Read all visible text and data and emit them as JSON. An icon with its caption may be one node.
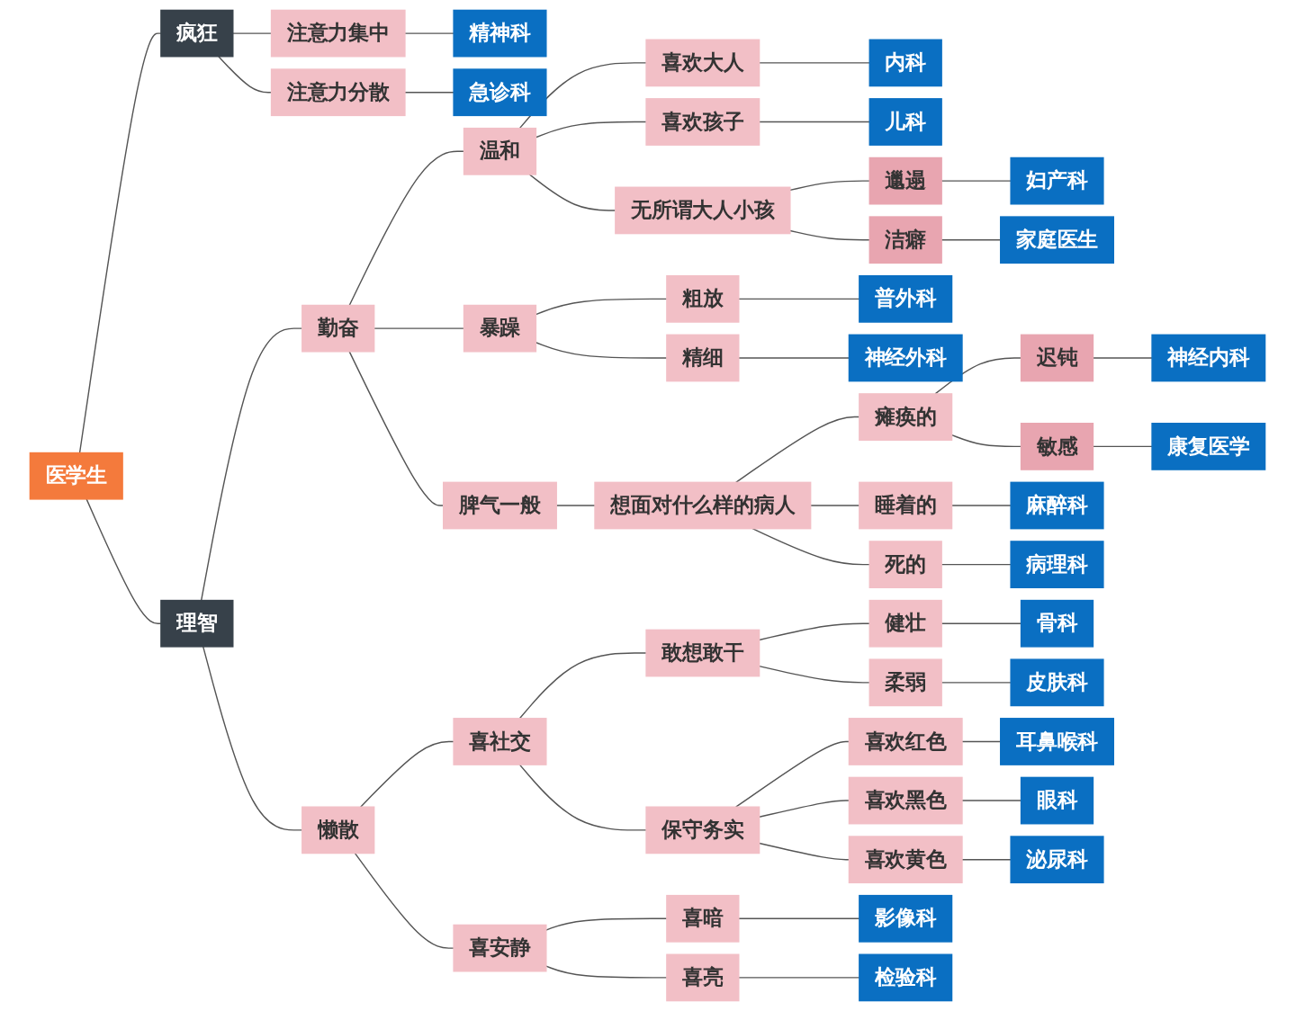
{
  "diagram": {
    "nodes": [
      {
        "text": [
          "医学生"
        ]
      },
      {
        "text": [
          "疯狂"
        ]
      },
      {
        "text": [
          "注意力集中"
        ]
      },
      {
        "text": [
          "精神科"
        ]
      },
      {
        "text": [
          "注意力分散"
        ]
      },
      {
        "text": [
          "急诊科"
        ]
      },
      {
        "text": [
          "理智"
        ]
      },
      {
        "text": [
          "勤奋"
        ]
      },
      {
        "text": [
          "温和"
        ]
      },
      {
        "text": [
          "喜欢大人"
        ]
      },
      {
        "text": [
          "内科"
        ]
      },
      {
        "text": [
          "喜欢孩子"
        ]
      },
      {
        "text": [
          "儿科"
        ]
      },
      {
        "text": [
          "无所谓大人小孩"
        ]
      },
      {
        "text": [
          "邋遢"
        ]
      },
      {
        "text": [
          "妇产科"
        ]
      },
      {
        "text": [
          "洁癖"
        ]
      },
      {
        "text": [
          "家庭医生"
        ]
      },
      {
        "text": [
          "暴躁"
        ]
      },
      {
        "text": [
          "粗放"
        ]
      },
      {
        "text": [
          "普外科"
        ]
      },
      {
        "text": [
          "精细"
        ]
      },
      {
        "text": [
          "神经外科"
        ]
      },
      {
        "text": [
          "脾气一般"
        ]
      },
      {
        "text": [
          "想面对什么样的病人"
        ]
      },
      {
        "text": [
          "瘫痪的"
        ]
      },
      {
        "text": [
          "迟钝"
        ]
      },
      {
        "text": [
          "神经内科"
        ]
      },
      {
        "text": [
          "敏感"
        ]
      },
      {
        "text": [
          "康复医学"
        ]
      },
      {
        "text": [
          "睡着的"
        ]
      },
      {
        "text": [
          "麻醉科"
        ]
      },
      {
        "text": [
          "死的"
        ]
      },
      {
        "text": [
          "病理科"
        ]
      },
      {
        "text": [
          "懒散"
        ]
      },
      {
        "text": [
          "喜社交"
        ]
      },
      {
        "text": [
          "敢想敢干"
        ]
      },
      {
        "text": [
          "健壮"
        ]
      },
      {
        "text": [
          "骨科"
        ]
      },
      {
        "text": [
          "柔弱"
        ]
      },
      {
        "text": [
          "皮肤科"
        ]
      },
      {
        "text": [
          "保守务实"
        ]
      },
      {
        "text": [
          "喜欢红色"
        ]
      },
      {
        "text": [
          "耳鼻喉科"
        ]
      },
      {
        "text": [
          "喜欢黑色"
        ]
      },
      {
        "text": [
          "眼科"
        ]
      },
      {
        "text": [
          "喜欢黄色"
        ]
      },
      {
        "text": [
          "泌尿科"
        ]
      },
      {
        "text": [
          "喜安静"
        ]
      },
      {
        "text": [
          "喜暗"
        ]
      },
      {
        "text": [
          "影像科"
        ]
      },
      {
        "text": [
          "喜亮"
        ]
      },
      {
        "text": [
          "检验科"
        ]
      }
    ],
    "edges": [
      {
        "from": 0,
        "to": 1,
        "arrow": "none"
      },
      {
        "from": 1,
        "to": 2,
        "arrow": "none"
      },
      {
        "from": 2,
        "to": 3,
        "arrow": "none"
      },
      {
        "from": 1,
        "to": 4,
        "arrow": "none"
      },
      {
        "from": 4,
        "to": 5,
        "arrow": "none"
      },
      {
        "from": 0,
        "to": 6,
        "arrow": "none"
      },
      {
        "from": 6,
        "to": 7,
        "arrow": "none"
      },
      {
        "from": 7,
        "to": 8,
        "arrow": "none"
      },
      {
        "from": 8,
        "to": 9,
        "arrow": "none"
      },
      {
        "from": 9,
        "to": 10,
        "arrow": "none"
      },
      {
        "from": 8,
        "to": 11,
        "arrow": "none"
      },
      {
        "from": 11,
        "to": 12,
        "arrow": "none"
      },
      {
        "from": 8,
        "to": 13,
        "arrow": "none"
      },
      {
        "from": 13,
        "to": 14,
        "arrow": "none"
      },
      {
        "from": 14,
        "to": 15,
        "arrow": "none"
      },
      {
        "from": 13,
        "to": 16,
        "arrow": "none"
      },
      {
        "from": 16,
        "to": 17,
        "arrow": "none"
      },
      {
        "from": 7,
        "to": 18,
        "arrow": "none"
      },
      {
        "from": 18,
        "to": 19,
        "arrow": "none"
      },
      {
        "from": 19,
        "to": 20,
        "arrow": "none"
      },
      {
        "from": 18,
        "to": 21,
        "arrow": "none"
      },
      {
        "from": 21,
        "to": 22,
        "arrow": "none"
      },
      {
        "from": 7,
        "to": 23,
        "arrow": "none"
      },
      {
        "from": 23,
        "to": 24,
        "arrow": "none"
      },
      {
        "from": 24,
        "to": 25,
        "arrow": "none"
      },
      {
        "from": 25,
        "to": 26,
        "arrow": "none"
      },
      {
        "from": 26,
        "to": 27,
        "arrow": "none"
      },
      {
        "from": 25,
        "to": 28,
        "arrow": "none"
      },
      {
        "from": 28,
        "to": 29,
        "arrow": "none"
      },
      {
        "from": 24,
        "to": 30,
        "arrow": "none"
      },
      {
        "from": 30,
        "to": 31,
        "arrow": "none"
      },
      {
        "from": 24,
        "to": 32,
        "arrow": "none"
      },
      {
        "from": 32,
        "to": 33,
        "arrow": "none"
      },
      {
        "from": 6,
        "to": 34,
        "arrow": "none"
      },
      {
        "from": 34,
        "to": 35,
        "arrow": "none"
      },
      {
        "from": 35,
        "to": 36,
        "arrow": "none"
      },
      {
        "from": 36,
        "to": 37,
        "arrow": "none"
      },
      {
        "from": 37,
        "to": 38,
        "arrow": "none"
      },
      {
        "from": 36,
        "to": 39,
        "arrow": "none"
      },
      {
        "from": 39,
        "to": 40,
        "arrow": "none"
      },
      {
        "from": 35,
        "to": 41,
        "arrow": "none"
      },
      {
        "from": 41,
        "to": 42,
        "arrow": "none"
      },
      {
        "from": 42,
        "to": 43,
        "arrow": "none"
      },
      {
        "from": 41,
        "to": 44,
        "arrow": "none"
      },
      {
        "from": 44,
        "to": 45,
        "arrow": "none"
      },
      {
        "from": 41,
        "to": 46,
        "arrow": "none"
      },
      {
        "from": 46,
        "to": 47,
        "arrow": "none"
      },
      {
        "from": 34,
        "to": 48,
        "arrow": "none"
      },
      {
        "from": 48,
        "to": 49,
        "arrow": "none"
      },
      {
        "from": 49,
        "to": 50,
        "arrow": "none"
      },
      {
        "from": 48,
        "to": 51,
        "arrow": "none"
      },
      {
        "from": 51,
        "to": 52,
        "arrow": "none"
      }
    ]
  }
}
